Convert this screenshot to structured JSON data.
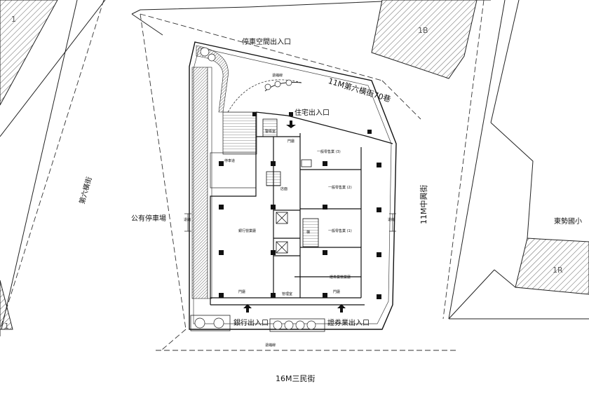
{
  "plan": {
    "streets": {
      "bottom": "16M三民街",
      "right": "11M中興街",
      "top_lane": "11M第六橫街70巷",
      "left": "第六橫街"
    },
    "areas": {
      "parking": "公有停車場",
      "school": "東勢國小"
    },
    "neighbors": {
      "top_left": "1",
      "top_right": "1B",
      "bottom_right": "1R",
      "bottom_left": "1"
    },
    "entrances": {
      "parking": "停車空間出入口",
      "residential": "住宅出入口",
      "bank": "銀行出入口",
      "securities": "證券業出入口"
    },
    "tiny_labels": {
      "setback_top": "退縮線",
      "setback_bottom": "退縮線",
      "setback_left": "退縮",
      "setback_right": "退縮",
      "bank_hall": "銀行營業廳",
      "hall": "門廳",
      "unit1": "一般零售業 (3)",
      "unit2": "一般零售業 (2)",
      "unit3": "一般零售業 (1)",
      "securities_hall": "證券業營業廳",
      "shop_label": "店面",
      "entry_left": "門廳",
      "entry_right": "門廳",
      "mgmt": "管理室",
      "parking_ramp": "停車道",
      "guard": "警衛室",
      "stair": "梯"
    }
  }
}
